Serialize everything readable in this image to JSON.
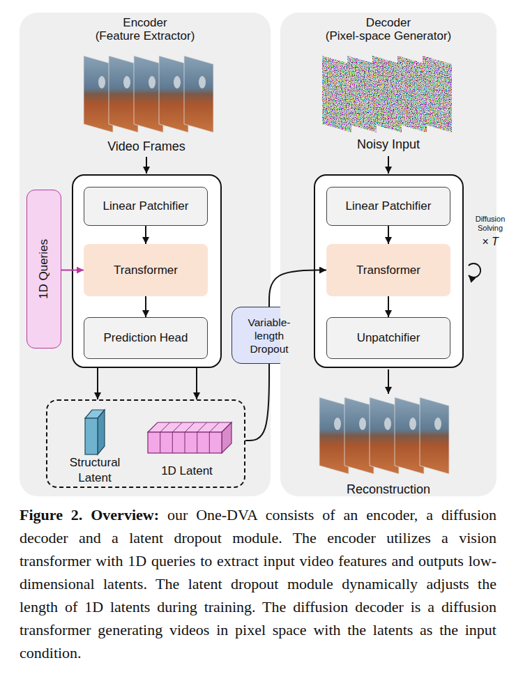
{
  "diagram": {
    "caption": "Figure 2. Overview: our One-DVA consists of an encoder, a diffusion decoder and a latent dropout module. The encoder utilizes a vision transformer with 1D queries to extract input video features and outputs low-dimensional latents. The latent dropout module dynamically adjusts the length of 1D latents during training. The diffusion decoder is a diffusion transformer generating videos in pixel space with the latents as the input condition.",
    "nodes": [
      {
        "text": [
          "Encoder (Feature Extractor)"
        ]
      },
      {
        "text": [],
        "in": 0
      },
      {
        "text": [
          "Linear Patchifier"
        ],
        "in": 1
      },
      {
        "text": [
          "Transformer"
        ],
        "in": 1
      },
      {
        "text": [
          "Prediction Head"
        ],
        "in": 1
      },
      {
        "text": [
          "1D Queries"
        ],
        "in": 0
      },
      {
        "text": [],
        "in": 0
      },
      {
        "text": [
          "Variable-length Dropout"
        ]
      },
      {
        "text": [
          "Decoder (Pixel-space Generator)"
        ]
      },
      {
        "text": [],
        "in": 8
      },
      {
        "text": [
          "Linear Patchifier"
        ],
        "in": 9
      },
      {
        "text": [
          "Transformer"
        ],
        "in": 9
      },
      {
        "text": [
          "Unpatchifier"
        ],
        "in": 9
      }
    ],
    "edges": [
      {
        "from": 2,
        "to": 3,
        "arrow": "to"
      },
      {
        "from": 3,
        "to": 4,
        "arrow": "to"
      },
      {
        "from": 5,
        "to": 3,
        "arrow": "to"
      },
      {
        "from": 1,
        "to": 6,
        "arrow": "to"
      },
      {
        "from": 1,
        "to": 6,
        "arrow": "to"
      },
      {
        "from": 6,
        "to": 7,
        "arrow": "none"
      },
      {
        "from": 7,
        "to": 11,
        "arrow": "to"
      },
      {
        "from": 10,
        "to": 11,
        "arrow": "to"
      },
      {
        "from": 11,
        "to": 12,
        "arrow": "to"
      }
    ],
    "labels": [
      "Video Frames",
      "Structural Latent",
      "1D Latent",
      "Noisy Input",
      "Diffusion Solving",
      "× T",
      "Reconstruction"
    ]
  }
}
